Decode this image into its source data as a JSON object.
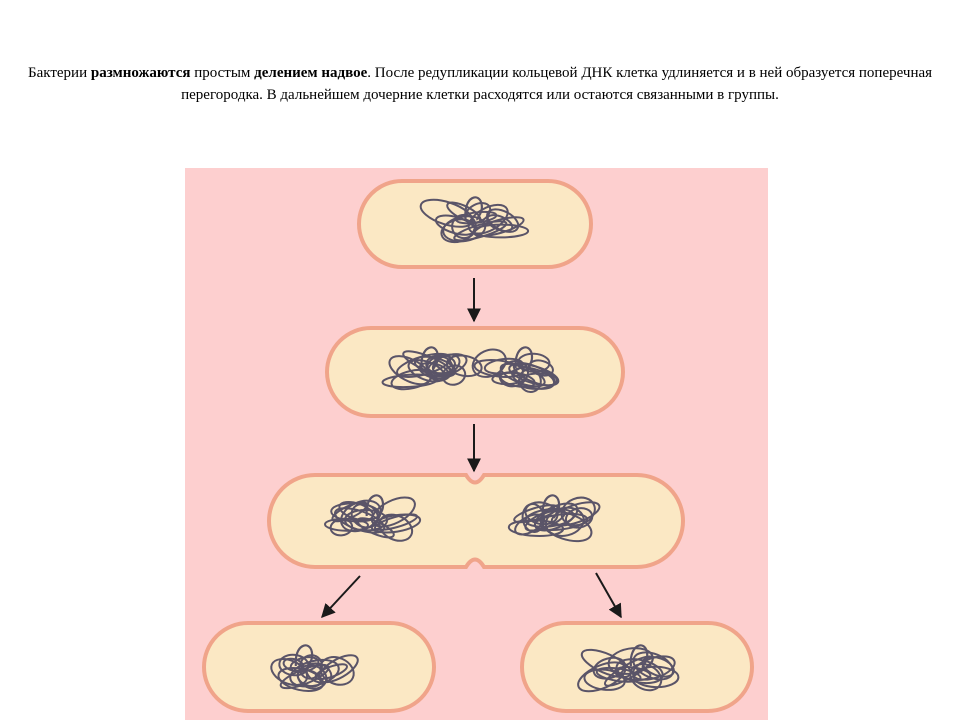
{
  "caption": {
    "part1": "Бактерии ",
    "bold1": "размножаются",
    "part2": " простым ",
    "bold2": "делением надвое",
    "part3": ". После редупликации кольцевой ДНК клетка удлиняется и в ней образуется поперечная перегородка. В дальнейшем дочерние клетки расходятся или остаются связанными в группы."
  },
  "figure": {
    "background_color": "#fdcfcf",
    "cell_fill": "#fbe8c4",
    "cell_outline": "#f0a48a",
    "dna_color": "#5a5468",
    "arrow_color": "#1a1a1a",
    "stages": [
      "single-cell",
      "elongated-cell",
      "dividing-cell",
      "daughter-cells"
    ]
  }
}
